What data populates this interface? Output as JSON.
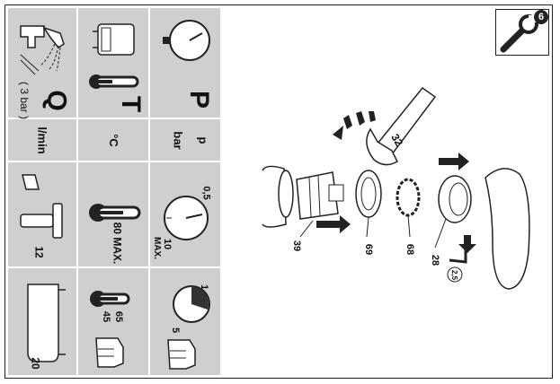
{
  "table": {
    "rows": [
      {
        "symbol": "P",
        "unit_top": "p",
        "unit_bottom": "bar",
        "values": [
          "0,5",
          "10",
          "MAX.",
          "1",
          "5"
        ]
      },
      {
        "symbol": "T",
        "unit": "°C",
        "values": [
          "80 MAX.",
          "65",
          "45"
        ]
      },
      {
        "symbol": "Q",
        "subnote": "( 3 bar )",
        "unit": "l/min",
        "values": [
          "12",
          "20"
        ]
      }
    ]
  },
  "diagram": {
    "wrench_size": "32",
    "labels": [
      "39",
      "69",
      "68",
      "28"
    ],
    "circle_label": "2,5"
  },
  "badge": {
    "number": "6"
  }
}
